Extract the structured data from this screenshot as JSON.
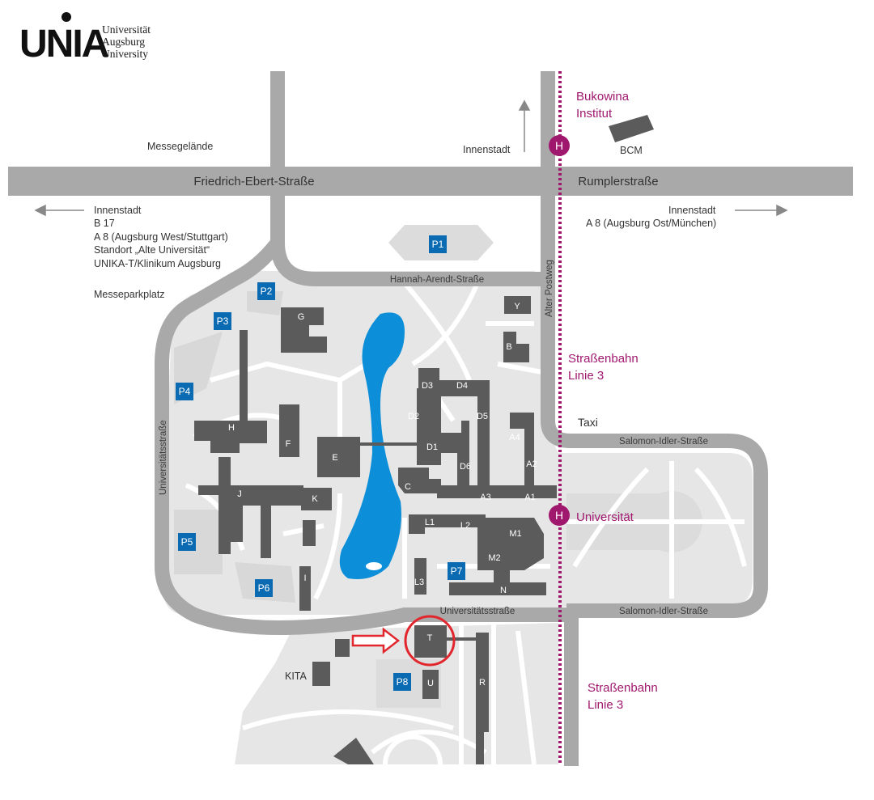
{
  "logo": {
    "wordmark": "UNIA",
    "line1": "Universität",
    "line2": "Augsburg",
    "line3": "University"
  },
  "places": {
    "messegelaende": "Messegelände",
    "innenstadt_north": "Innenstadt",
    "bukowina_1": "Bukowina",
    "bukowina_2": "Institut",
    "bcm": "BCM",
    "messeparkplatz": "Messeparkplatz",
    "kita": "KITA",
    "taxi": "Taxi"
  },
  "roads": {
    "friedrich_ebert": "Friedrich-Ebert-Straße",
    "rumpler": "Rumplerstraße",
    "hannah_arendt": "Hannah-Arendt-Straße",
    "alter_postweg": "Alter Postweg",
    "universitaetsstrasse_vertical": "Universitätsstraße",
    "universitaetsstrasse_bottom": "Universitätsstraße",
    "salomon_idler_top": "Salomon-Idler-Straße",
    "salomon_idler_bottom": "Salomon-Idler-Straße"
  },
  "directions_west": [
    "Innenstadt",
    "B 17",
    "A 8 (Augsburg West/Stuttgart)",
    "Standort „Alte Universität“",
    "UNIKA-T/Klinikum Augsburg"
  ],
  "directions_east": [
    "Innenstadt",
    "A 8 (Augsburg Ost/München)"
  ],
  "tram": {
    "stop_symbol": "H",
    "stop_universitaet": "Universität",
    "line_a_1": "Straßenbahn",
    "line_a_2": "Linie 3",
    "line_b_1": "Straßenbahn",
    "line_b_2": "Linie 3"
  },
  "parking": [
    "P1",
    "P2",
    "P3",
    "P4",
    "P5",
    "P6",
    "P7",
    "P8"
  ],
  "buildings": [
    "G",
    "H",
    "F",
    "E",
    "J",
    "K",
    "I",
    "Y",
    "B",
    "A4",
    "A2",
    "A1",
    "A3",
    "D3",
    "D4",
    "D2",
    "D5",
    "D1",
    "D6",
    "C",
    "L1",
    "L2",
    "L3",
    "M1",
    "M2",
    "N",
    "T",
    "U",
    "R"
  ],
  "highlight": {
    "building": "T"
  },
  "colors": {
    "road": "#a9a9a9",
    "campus_fill": "#e3e3e3",
    "path": "#ffffff",
    "building": "#5b5b5b",
    "parking": "#0a6bb3",
    "water": "#0c8fd8",
    "tram": "#a0176e",
    "highlight": "#e1262d"
  }
}
